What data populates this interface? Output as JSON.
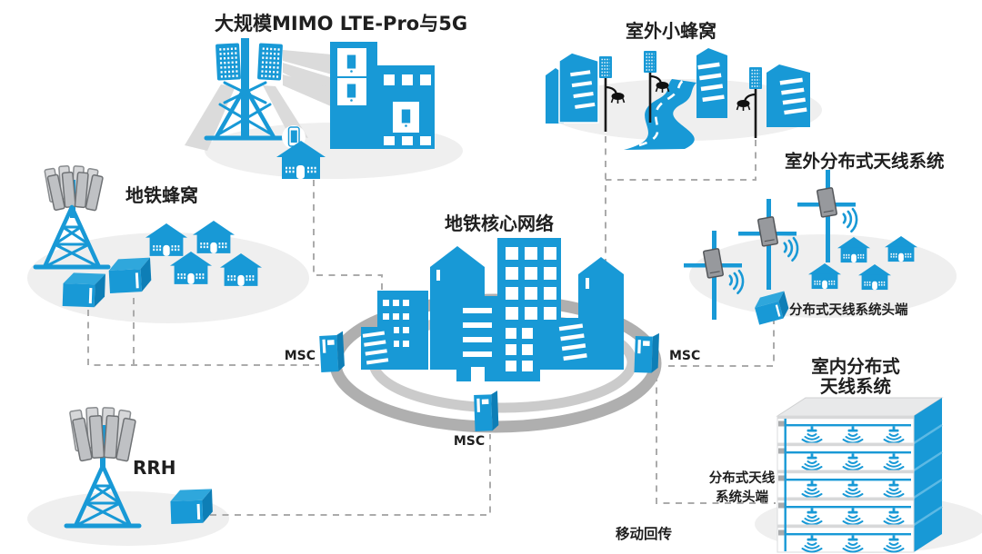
{
  "sections": {
    "massive_mimo": {
      "title": "大规模MIMO LTE-Pro与5G"
    },
    "outdoor_small_cell": {
      "title": "室外小蜂窝"
    },
    "metro_cell": {
      "title": "地铁蜂窝"
    },
    "core_network": {
      "title": "地铁核心网络",
      "msc_left_label": "MSC",
      "msc_bottom_label": "MSC",
      "msc_right_label": "MSC"
    },
    "outdoor_das": {
      "title": "室外分布式天线系统",
      "headend_label": "分布式天线系统头端"
    },
    "indoor_das": {
      "title_line1": "室内分布式",
      "title_line2": "天线系统",
      "headend_label_line1": "分布式天线",
      "headend_label_line2": "系统头端"
    },
    "rrh": {
      "title": "RRH"
    },
    "backhaul": {
      "label": "移动回传"
    }
  },
  "colors": {
    "primary_blue": "#1899D6",
    "dark_blue": "#0E7EB6",
    "light_blue": "#2FA7DC",
    "device_gray": "#BFC1C4",
    "device_gray_light": "#D6D7D9",
    "panel_gray": "#97999D",
    "ground_gray": "#EFEFEF",
    "ring_gray": "#AFAFAF",
    "ring_inner_gray": "#CBCBCB",
    "dash_gray": "#ABABAB",
    "beam_gray": "#DBDBDB",
    "text_color": "#1F1F1F"
  }
}
